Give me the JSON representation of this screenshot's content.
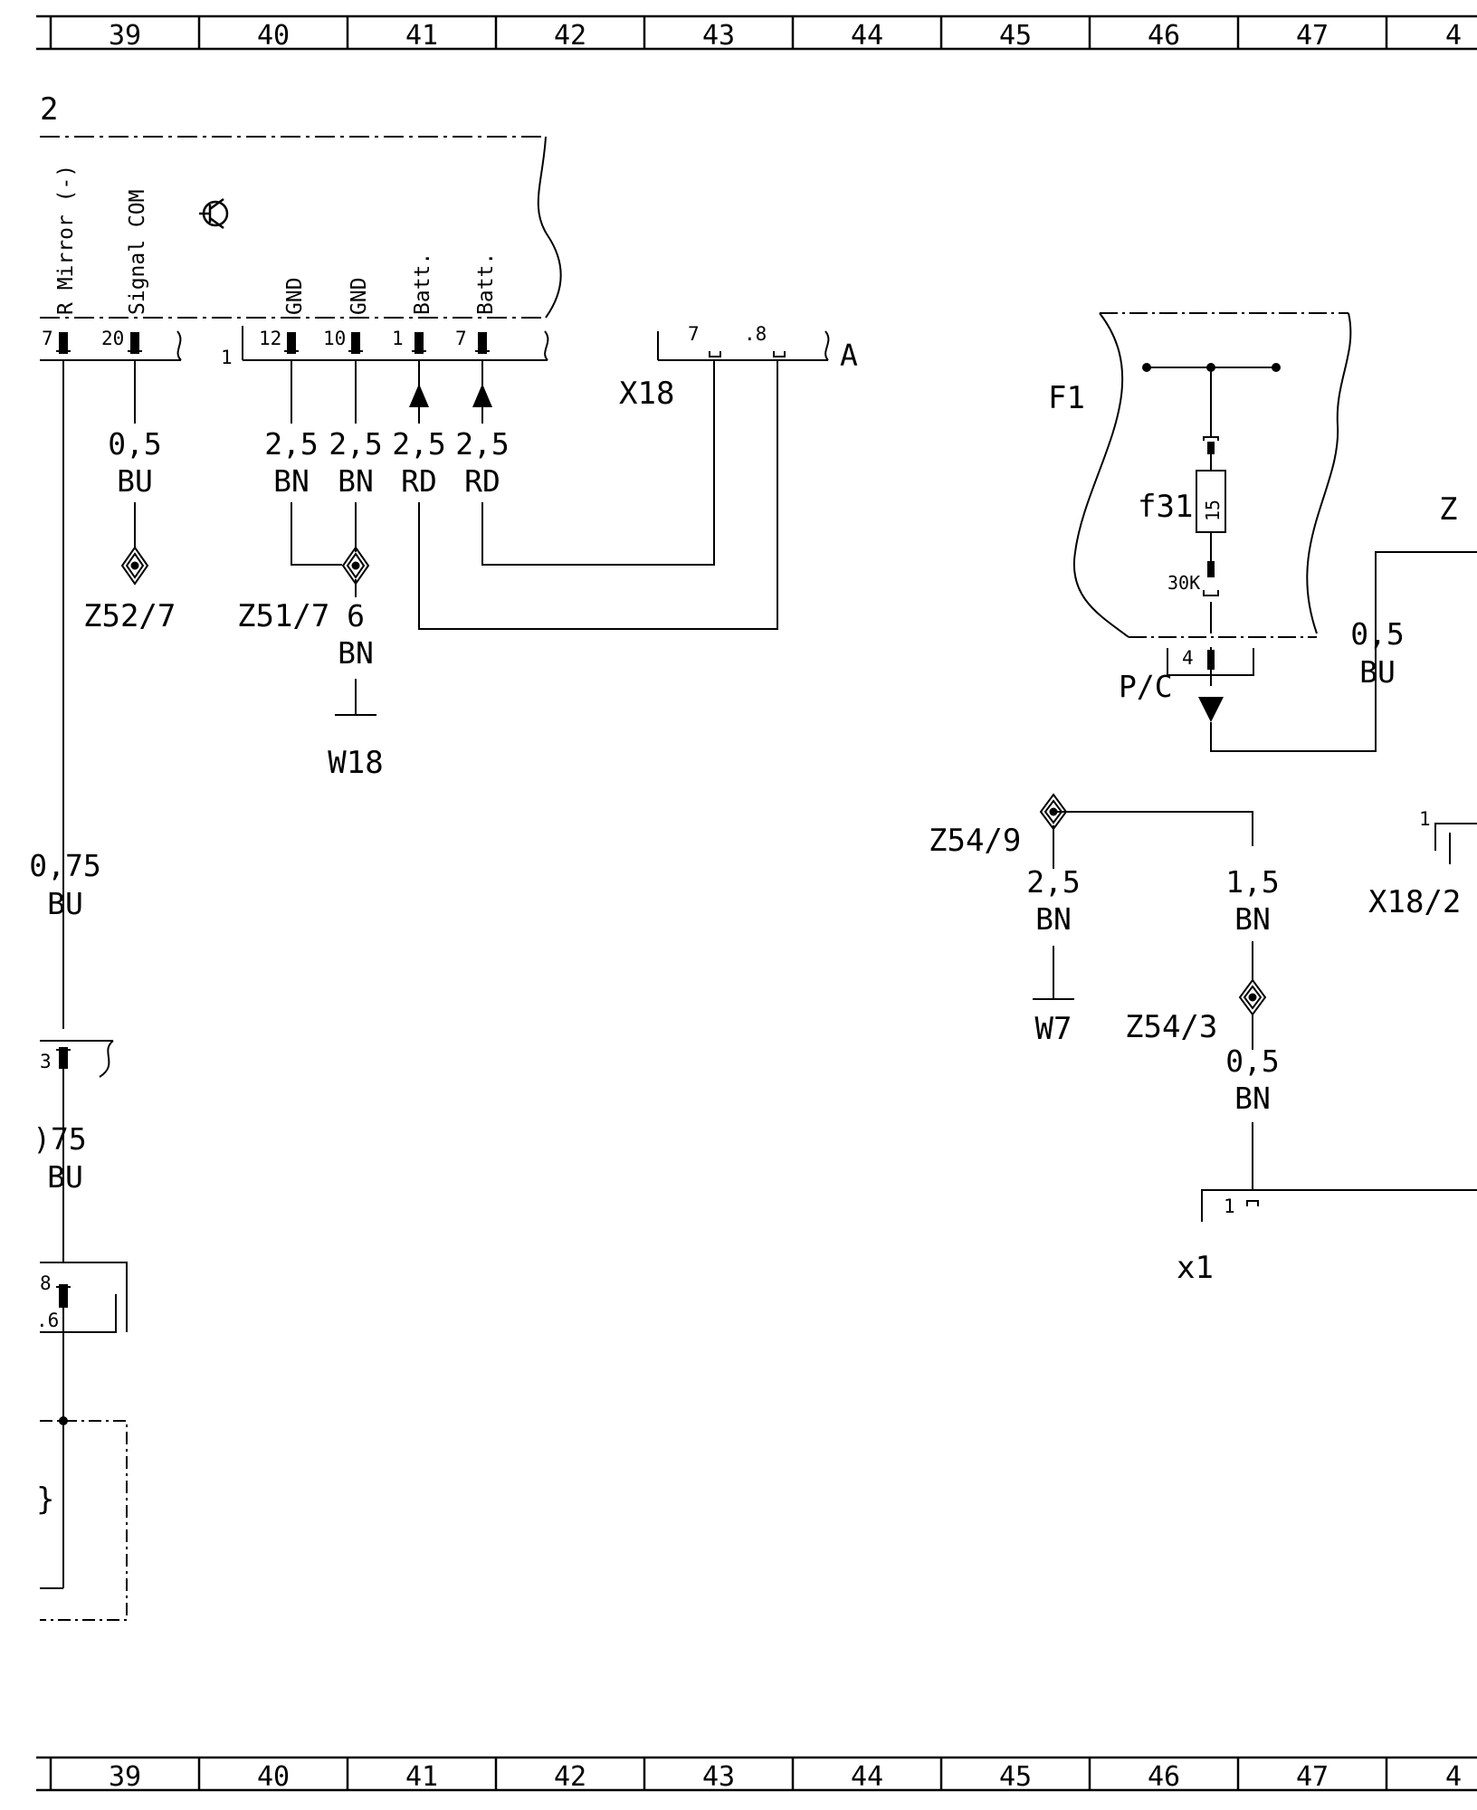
{
  "grid": {
    "top_cells": [
      "39",
      "40",
      "41",
      "42",
      "43",
      "44",
      "45",
      "46",
      "47",
      "4"
    ],
    "bottom_cells": [
      "39",
      "40",
      "41",
      "42",
      "43",
      "44",
      "45",
      "46",
      "47",
      "4"
    ]
  },
  "module": {
    "number": "2",
    "signals": [
      "R Mirror (-)",
      "Signal COM",
      "GND",
      "GND",
      "Batt.",
      "Batt."
    ],
    "pins": [
      "7",
      "20",
      "12",
      "10",
      "1",
      "7"
    ],
    "group_marker": "1"
  },
  "connector_x18": {
    "label": "X18",
    "pins": [
      "7",
      ".8"
    ],
    "suffix": "A"
  },
  "wires": {
    "signal_com": {
      "size": "0,5",
      "color": "BU"
    },
    "gnd_12": {
      "size": "2,5",
      "color": "BN"
    },
    "gnd_10": {
      "size": "2,5",
      "color": "BN"
    },
    "batt_1": {
      "size": "2,5",
      "color": "RD"
    },
    "batt_7": {
      "size": "2,5",
      "color": "RD"
    },
    "z51_ground": {
      "size": "6",
      "color": "BN"
    },
    "mirror_upper": {
      "size": "0,75",
      "color": "BU"
    },
    "mirror_lower": {
      "size": ")75",
      "color": "BU"
    },
    "z54_9_ground": {
      "size": "2,5",
      "color": "BN"
    },
    "z54_9_z54_3": {
      "size": "1,5",
      "color": "BN"
    },
    "z54_3_x1": {
      "size": "0,5",
      "color": "BN"
    },
    "f1_right": {
      "size": "0,5",
      "color": "BU"
    }
  },
  "splices": {
    "z52": "Z52/7",
    "z51": "Z51/7",
    "z54_9": "Z54/9",
    "z54_3": "Z54/3"
  },
  "grounds": {
    "w18": "W18",
    "w7": "W7"
  },
  "fuse_box": {
    "label": "F1",
    "fuse": "f31",
    "rating": "15",
    "terminal": "30K",
    "pin": "4",
    "connector": "P/C"
  },
  "left_connector": {
    "pin_upper": "3",
    "pin_8": "8",
    "pin_6": ".6"
  },
  "left_component_fragment": "}",
  "x1": {
    "label": "x1",
    "pin": "1"
  },
  "x18_2": {
    "label": "X18/2",
    "pin": "1"
  },
  "right_edge_fragment": "Z"
}
